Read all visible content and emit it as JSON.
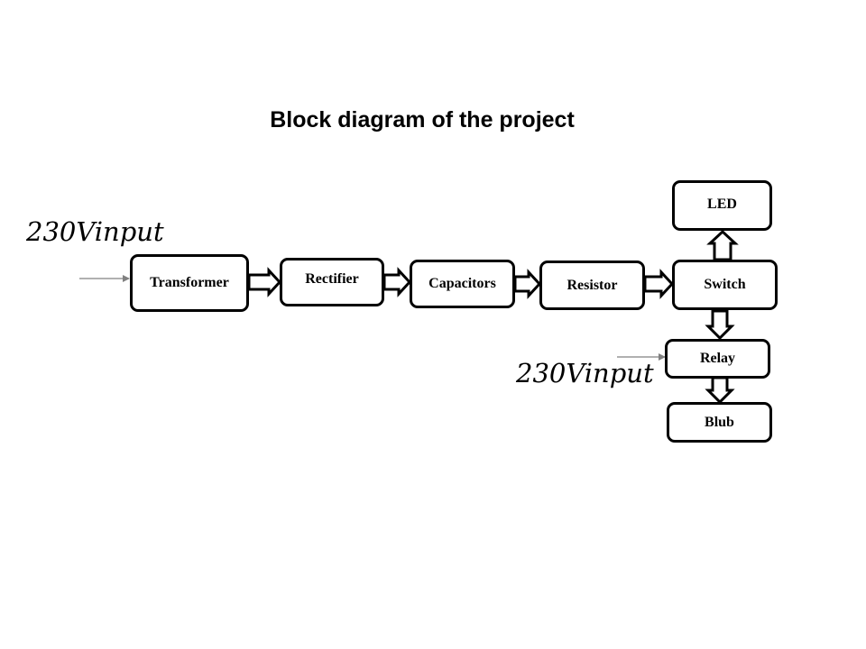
{
  "title": "Block diagram of the project",
  "input_labels": {
    "main": "230Vinput",
    "relay": "230Vinput"
  },
  "blocks": {
    "transformer": "Transformer",
    "rectifier": "Rectifier",
    "capacitors": "Capacitors",
    "resistor": "Resistor",
    "switch": "Switch",
    "led": "LED",
    "relay": "Relay",
    "blub": "Blub"
  },
  "colors": {
    "stroke": "#000000",
    "input_line": "#808080"
  }
}
